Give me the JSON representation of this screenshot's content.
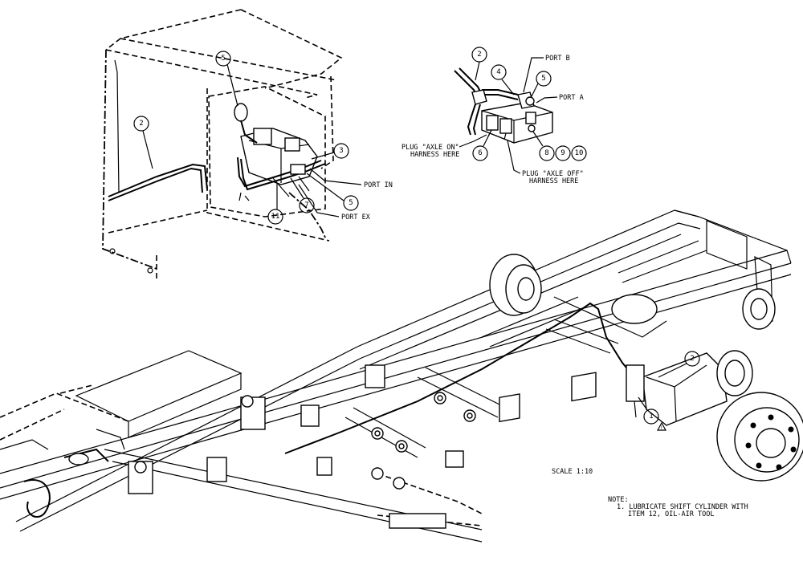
{
  "balloons": {
    "detail_left": [
      "5",
      "2",
      "3",
      "5",
      "7",
      "11"
    ],
    "detail_right": [
      "2",
      "4",
      "5",
      "6",
      "8",
      "9",
      "10"
    ],
    "main": [
      "2",
      "1"
    ]
  },
  "port_labels": {
    "port_in": "PORT IN",
    "port_ex": "PORT EX",
    "port_b": "PORT B",
    "port_a": "PORT A"
  },
  "harness_labels": {
    "axle_on_line1": "PLUG \"AXLE ON\"",
    "axle_on_line2": "HARNESS HERE",
    "axle_off_line1": "PLUG \"AXLE OFF\"",
    "axle_off_line2": "HARNESS HERE"
  },
  "scale": "SCALE  1:10",
  "note": {
    "heading": "NOTE:",
    "line1": "1. LUBRICATE SHIFT CYLINDER WITH",
    "line2": "ITEM 12, OIL-AIR TOOL"
  },
  "warning_symbol": "warning-triangle-icon"
}
